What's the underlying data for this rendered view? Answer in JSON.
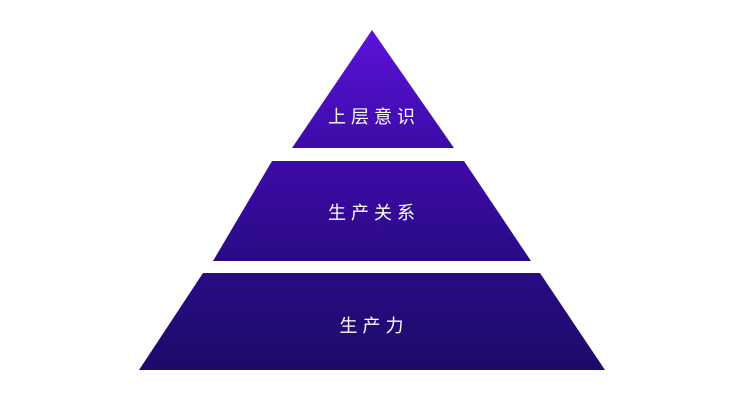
{
  "diagram": {
    "type": "pyramid",
    "levels": [
      {
        "label": "上层意识",
        "color_top": "#5a10d6",
        "color_bottom": "#3d0cab"
      },
      {
        "label": "生产关系",
        "color_top": "#3f0aa8",
        "color_bottom": "#2a0a86"
      },
      {
        "label": "生产力",
        "color_top": "#2a0c86",
        "color_bottom": "#1f0a6c"
      }
    ]
  }
}
